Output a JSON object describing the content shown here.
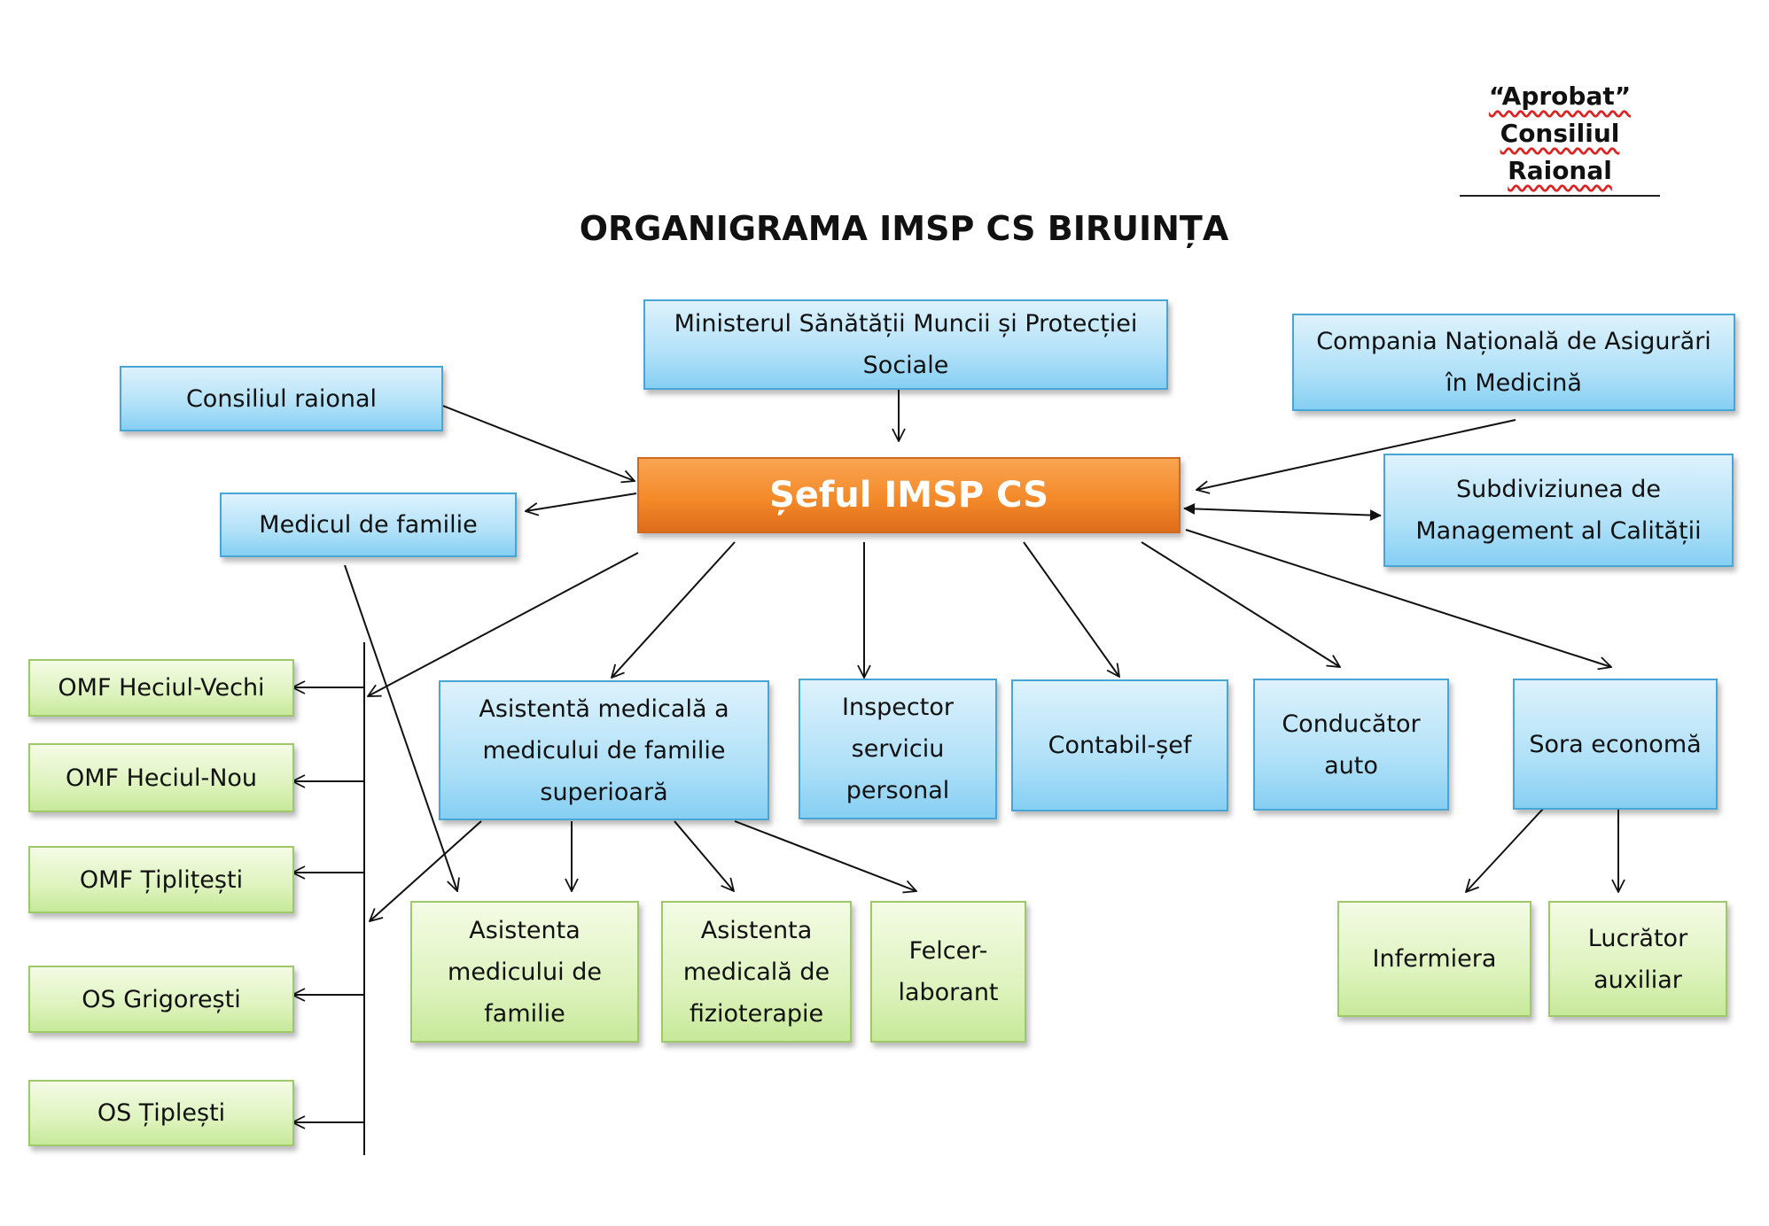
{
  "approval": {
    "line1": "“Aprobat”",
    "line2": "Consiliul Raional"
  },
  "title": "ORGANIGRAMA IMSP CS BIRUINȚA",
  "nodes": {
    "ministry": "Ministerul Sănătății Muncii și Protecției Sociale",
    "insurance": "Compania Națională de Asigurări în Medicină",
    "council": "Consiliul raional",
    "chief": "Șeful IMSP CS",
    "family_doctor": "Medicul de familie",
    "quality": "Subdiviziunea de Management al Calității",
    "senior_nurse": "Asistentă medicală a medicului de familie superioară",
    "hr_inspector": "Inspector serviciu personal",
    "accountant": "Contabil-șef",
    "driver": "Conducător auto",
    "housekeeper_nurse": "Sora economă",
    "omf_heciul_vechi": "OMF Heciul-Vechi",
    "omf_heciul_nou": "OMF Heciul-Nou",
    "omf_tiplitesti": "OMF Țiplițești",
    "os_grigoresti": "OS Grigorești",
    "os_tiplesti": "OS Țiplești",
    "family_nurse": "Asistenta medicului de familie",
    "physio_nurse": "Asistenta medicală de fizioterapie",
    "lab_paramedic": "Felcer-laborant",
    "orderly": "Infermiera",
    "aux_worker": "Lucrător auxiliar"
  }
}
